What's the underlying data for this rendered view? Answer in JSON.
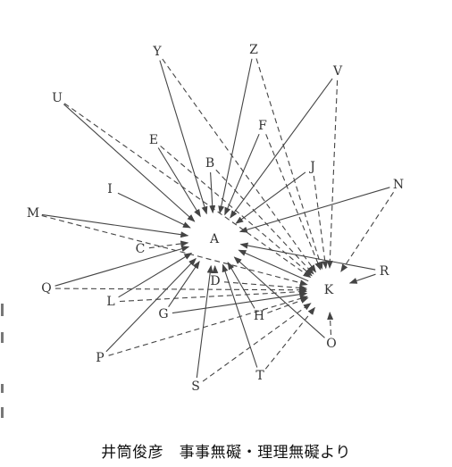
{
  "nodes": {
    "A": {
      "label": "A"
    },
    "K": {
      "label": "K"
    },
    "Y": {
      "label": "Y"
    },
    "Z": {
      "label": "Z"
    },
    "U": {
      "label": "U"
    },
    "V": {
      "label": "V"
    },
    "E": {
      "label": "E"
    },
    "F": {
      "label": "F"
    },
    "B": {
      "label": "B"
    },
    "J": {
      "label": "J"
    },
    "I": {
      "label": "I"
    },
    "N": {
      "label": "N"
    },
    "M": {
      "label": "M"
    },
    "C": {
      "label": "C"
    },
    "R": {
      "label": "R"
    },
    "Q": {
      "label": "Q"
    },
    "L": {
      "label": "L"
    },
    "D": {
      "label": "D"
    },
    "G": {
      "label": "G"
    },
    "H": {
      "label": "H"
    },
    "P": {
      "label": "P"
    },
    "O": {
      "label": "O"
    },
    "S": {
      "label": "S"
    },
    "T": {
      "label": "T"
    }
  },
  "edges": [
    {
      "from": "Y",
      "to": "A",
      "style": "solid"
    },
    {
      "from": "Y",
      "to": "K",
      "style": "dashed"
    },
    {
      "from": "Z",
      "to": "A",
      "style": "solid"
    },
    {
      "from": "Z",
      "to": "K",
      "style": "dashed"
    },
    {
      "from": "U",
      "to": "A",
      "style": "solid"
    },
    {
      "from": "U",
      "to": "K",
      "style": "dashed"
    },
    {
      "from": "V",
      "to": "A",
      "style": "solid"
    },
    {
      "from": "V",
      "to": "K",
      "style": "dashed"
    },
    {
      "from": "E",
      "to": "A",
      "style": "solid"
    },
    {
      "from": "E",
      "to": "K",
      "style": "dashed"
    },
    {
      "from": "F",
      "to": "A",
      "style": "solid"
    },
    {
      "from": "F",
      "to": "K",
      "style": "dashed"
    },
    {
      "from": "B",
      "to": "A",
      "style": "solid"
    },
    {
      "from": "B",
      "to": "K",
      "style": "dashed"
    },
    {
      "from": "J",
      "to": "A",
      "style": "solid"
    },
    {
      "from": "J",
      "to": "K",
      "style": "dashed"
    },
    {
      "from": "I",
      "to": "A",
      "style": "solid"
    },
    {
      "from": "N",
      "to": "A",
      "style": "solid"
    },
    {
      "from": "N",
      "to": "K",
      "style": "dashed"
    },
    {
      "from": "M",
      "to": "A",
      "style": "solid"
    },
    {
      "from": "M",
      "to": "K",
      "style": "dashed"
    },
    {
      "from": "C",
      "to": "A",
      "style": "dashed"
    },
    {
      "from": "R",
      "to": "A",
      "style": "solid"
    },
    {
      "from": "R",
      "to": "K",
      "style": "solid"
    },
    {
      "from": "Q",
      "to": "A",
      "style": "solid"
    },
    {
      "from": "Q",
      "to": "K",
      "style": "dashed"
    },
    {
      "from": "L",
      "to": "A",
      "style": "solid"
    },
    {
      "from": "L",
      "to": "K",
      "style": "dashed"
    },
    {
      "from": "D",
      "to": "A",
      "style": "solid"
    },
    {
      "from": "D",
      "to": "K",
      "style": "dashed"
    },
    {
      "from": "G",
      "to": "A",
      "style": "solid"
    },
    {
      "from": "G",
      "to": "K",
      "style": "solid"
    },
    {
      "from": "H",
      "to": "A",
      "style": "solid"
    },
    {
      "from": "H",
      "to": "K",
      "style": "dashed"
    },
    {
      "from": "P",
      "to": "A",
      "style": "solid"
    },
    {
      "from": "P",
      "to": "K",
      "style": "dashed"
    },
    {
      "from": "O",
      "to": "A",
      "style": "solid"
    },
    {
      "from": "O",
      "to": "K",
      "style": "dashed"
    },
    {
      "from": "S",
      "to": "A",
      "style": "solid"
    },
    {
      "from": "S",
      "to": "K",
      "style": "dashed"
    },
    {
      "from": "T",
      "to": "A",
      "style": "solid"
    },
    {
      "from": "T",
      "to": "K",
      "style": "dashed"
    },
    {
      "from": "K",
      "to": "A",
      "style": "solid"
    }
  ],
  "caption": "井筒俊彦　事事無礙・理理無礙より"
}
